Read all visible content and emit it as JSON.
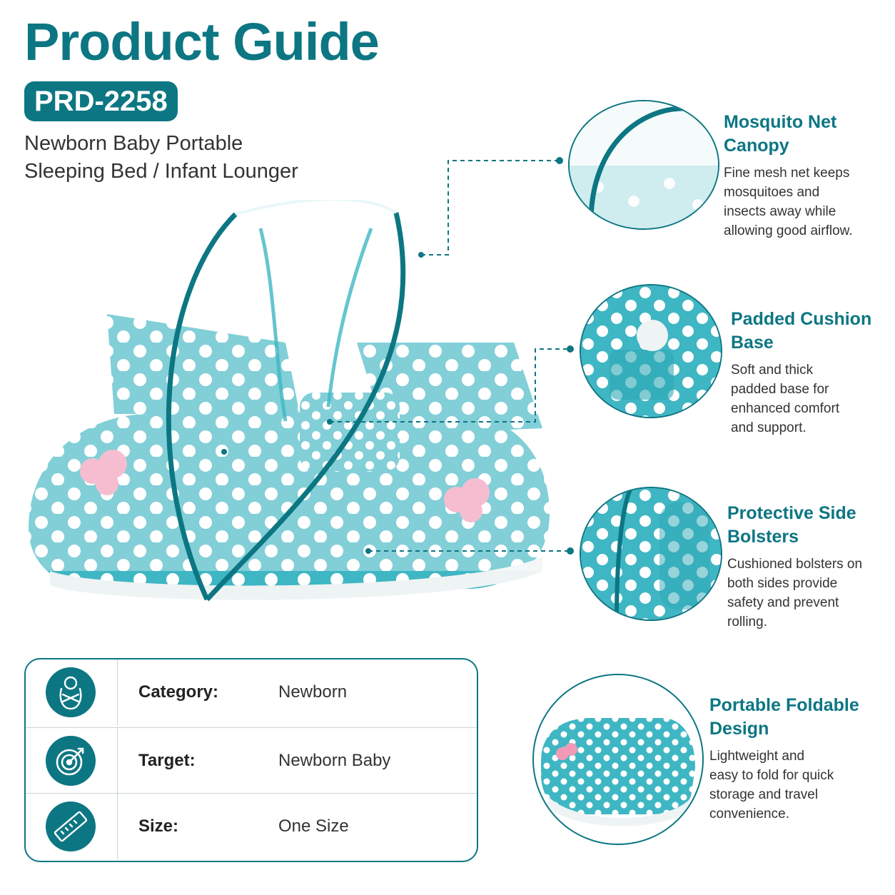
{
  "header": {
    "title": "Product Guide",
    "code": "PRD-2258",
    "subtitle_line1": "Newborn Baby Portable",
    "subtitle_line2": "Sleeping Bed / Infant Lounger"
  },
  "colors": {
    "accent": "#0d7683",
    "fabric": "#3fb6c3",
    "dot": "#ffffff",
    "pink": "#f19ab7"
  },
  "features": [
    {
      "title_line1": "Mosquito Net",
      "title_line2": "Canopy",
      "desc": [
        "Fine mesh net keeps",
        "mosquitoes and",
        "insects away while",
        "allowing good airflow."
      ]
    },
    {
      "title_line1": "Padded Cushion",
      "title_line2": "Base",
      "desc": [
        "Soft and thick",
        "padded base for",
        "enhanced comfort",
        "and support."
      ]
    },
    {
      "title_line1": "Protective Side",
      "title_line2": "Bolsters",
      "desc": [
        "Cushioned bolsters on",
        "both sides provide",
        "safety and prevent",
        "rolling."
      ]
    },
    {
      "title_line1": "Portable Foldable",
      "title_line2": "Design",
      "desc": [
        "Lightweight and",
        "easy to fold for quick",
        "storage and travel",
        "convenience."
      ]
    }
  ],
  "specs": [
    {
      "icon": "swaddled-baby-icon",
      "label": "Category:",
      "value": "Newborn"
    },
    {
      "icon": "target-icon",
      "label": "Target:",
      "value": "Newborn Baby"
    },
    {
      "icon": "ruler-icon",
      "label": "Size:",
      "value": "One Size"
    }
  ]
}
